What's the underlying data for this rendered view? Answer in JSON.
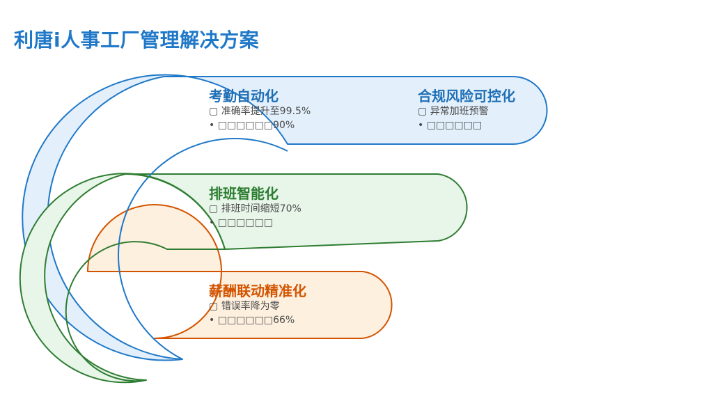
{
  "title": "利唐i人事工厂管理解决方案",
  "colors": {
    "title": "#1f78c8",
    "blue_stroke": "#1f78c8",
    "blue_fill": "#e3f0fb",
    "green_stroke": "#2e7d32",
    "green_fill": "#e8f5e9",
    "orange_stroke": "#d35400",
    "orange_fill": "#fdf0df"
  },
  "bands": [
    {
      "color": "blue",
      "sections": [
        {
          "heading": "考勤自动化",
          "line1_icon": "check-icon",
          "line1": "准确率提升至99.5%",
          "line2_marker": "•",
          "line2": "□□□□□□90%"
        },
        {
          "heading": "合规风险可控化",
          "line1_icon": "check-icon",
          "line1": "异常加班预警",
          "line2_marker": "•",
          "line2": "□□□□□□"
        }
      ]
    },
    {
      "color": "green",
      "sections": [
        {
          "heading": "排班智能化",
          "line1_icon": "check-icon",
          "line1": "排班时间缩短70%",
          "line2_marker": "•",
          "line2": "□□□□□□"
        }
      ]
    },
    {
      "color": "orange",
      "sections": [
        {
          "heading": "薪酬联动精准化",
          "line1_icon": "check-icon",
          "line1": "错误率降为零",
          "line2_marker": "•",
          "line2": "□□□□□□66%"
        }
      ]
    }
  ]
}
